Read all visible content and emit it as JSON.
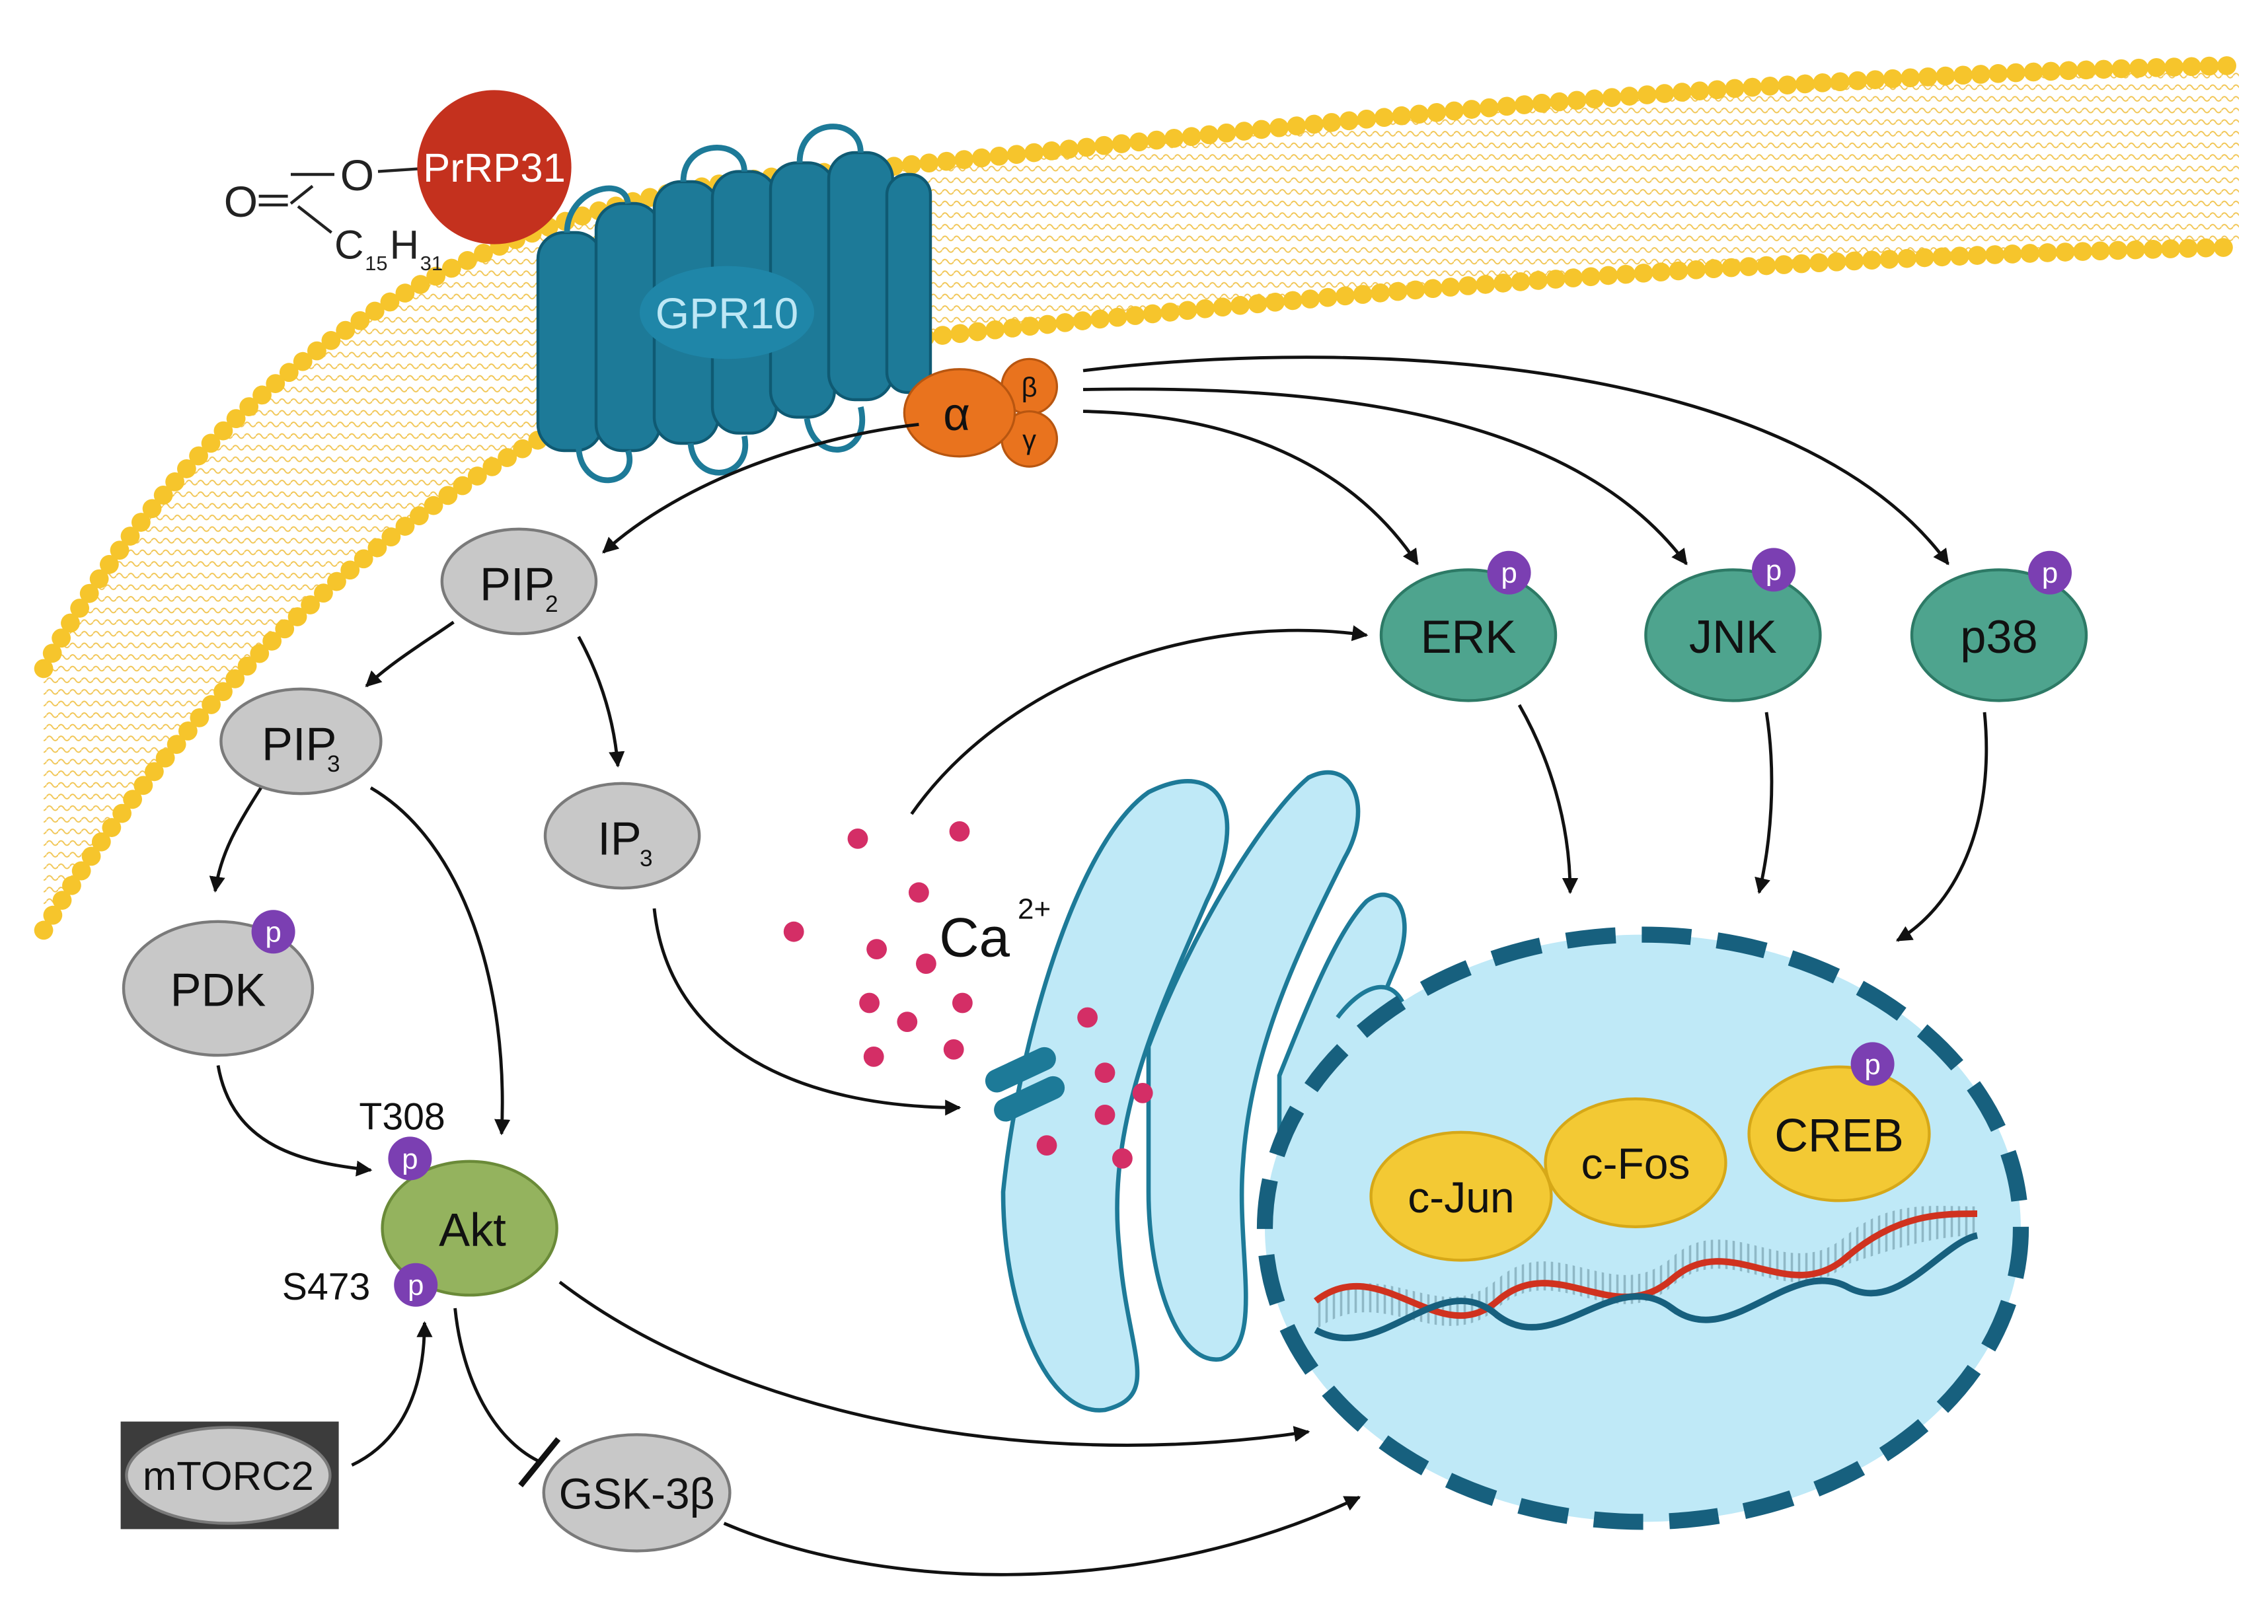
{
  "diagram": {
    "ligand": {
      "name": "PrRP31",
      "o_label": "O",
      "carbonyl_label": "O",
      "chain_c": "C",
      "chain_c_sub": "15",
      "chain_h": "H",
      "chain_h_sub": "31"
    },
    "receptor": {
      "name": "GPR10"
    },
    "g_protein": {
      "alpha": "α",
      "beta": "β",
      "gamma": "γ"
    },
    "lipids": {
      "pip2": {
        "base": "PIP",
        "sub": "2"
      },
      "pip3": {
        "base": "PIP",
        "sub": "3"
      },
      "ip3": {
        "base": "IP",
        "sub": "3"
      }
    },
    "kinases": {
      "pdk": "PDK",
      "akt": "Akt",
      "mtorc2": "mTORC2",
      "gsk3b": "GSK-3β",
      "erk": "ERK",
      "jnk": "JNK",
      "p38": "p38"
    },
    "sites": {
      "t308": "T308",
      "s473": "S473"
    },
    "phospho_label": "p",
    "calcium": {
      "base": "Ca",
      "sup": "2+"
    },
    "transcription_factors": {
      "cjun": "c-Jun",
      "cfos": "c-Fos",
      "creb": "CREB"
    },
    "colors": {
      "membrane": "#f6c52c",
      "receptor": "#1d7a98",
      "g_protein": "#e9731e",
      "ligand": "#c4311e",
      "grey_node": "#c8c8c8",
      "mapk_node": "#4ea48e",
      "akt_node": "#94b35e",
      "phospho": "#7b3fb2",
      "calcium": "#d42e66",
      "er": "#bfe9f7",
      "nucleus": "#bfe9f7",
      "nucleus_border": "#17607e",
      "tf_node": "#f3c934",
      "dna_red": "#d0321f",
      "dna_blue": "#17607e"
    }
  }
}
